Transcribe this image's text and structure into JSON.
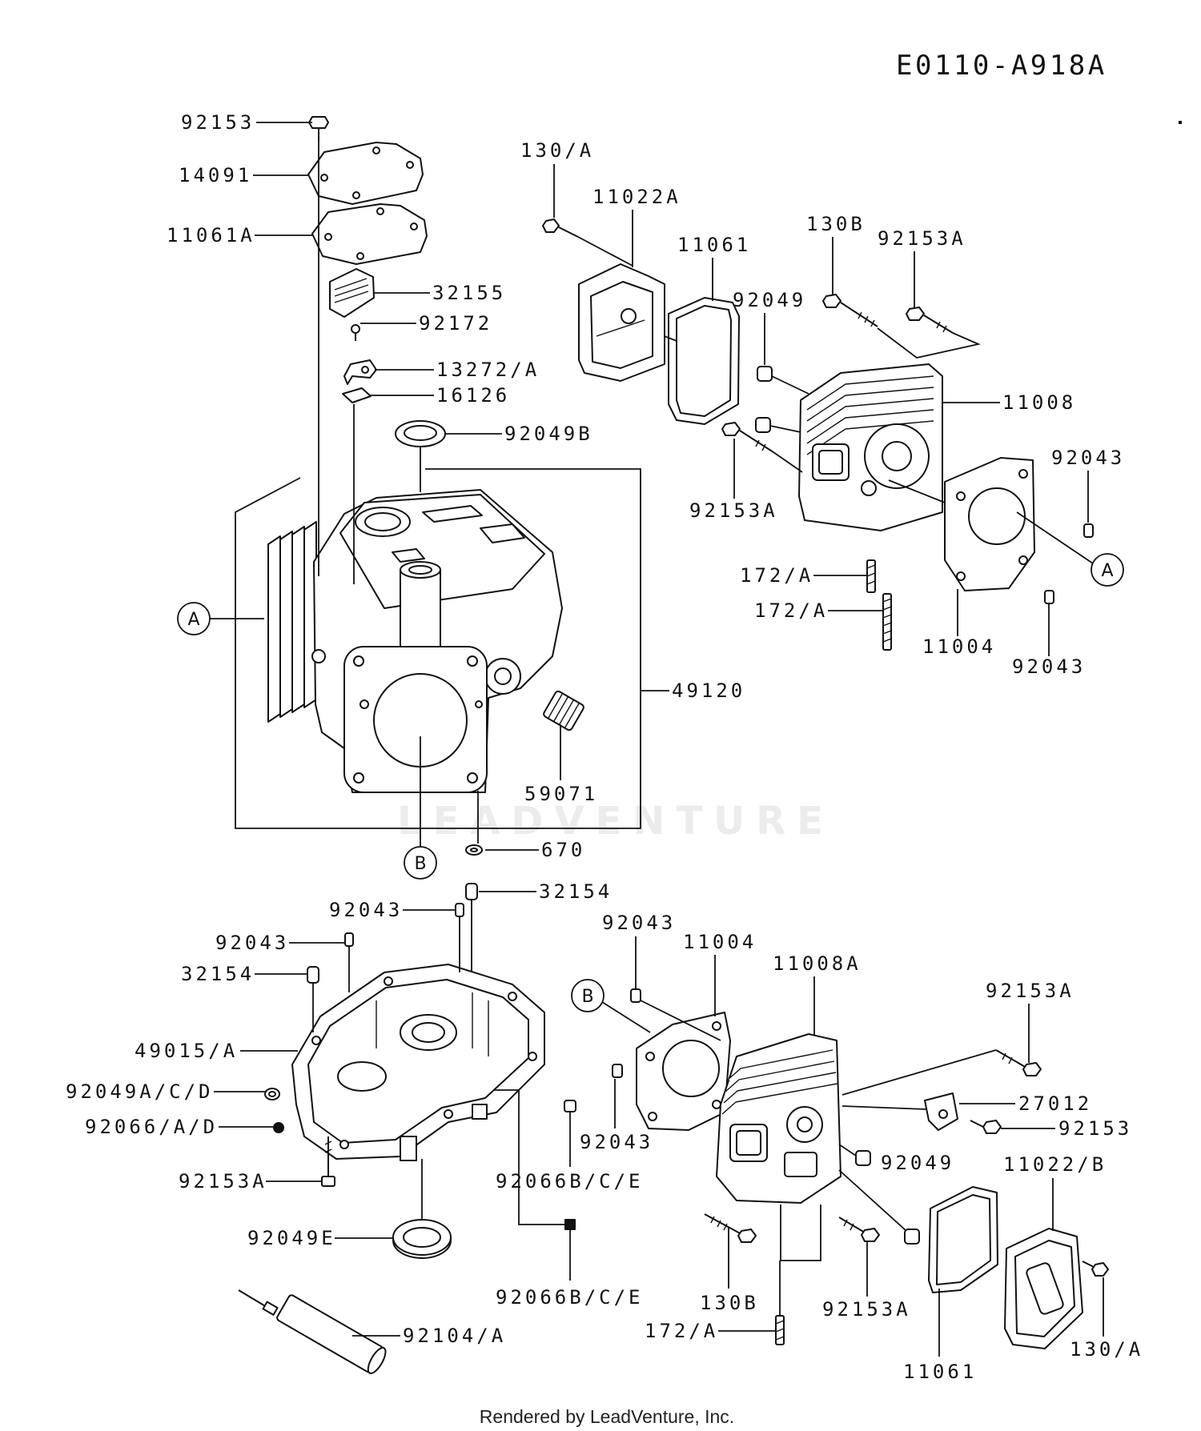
{
  "diagram_code": "E0110-A918A",
  "footer": "Rendered by LeadVenture, Inc.",
  "watermark": "LEADVENTURE",
  "reference_marks": {
    "a": "A",
    "b": "B"
  },
  "colors": {
    "ink": "#111111",
    "background": "#ffffff",
    "watermark": "#ececec"
  },
  "callouts": {
    "upper_left": [
      "92153",
      "14091",
      "11061A",
      "32155",
      "92172",
      "13272/A",
      "16126",
      "92049B",
      "49120",
      "59071",
      "670"
    ],
    "upper_right": [
      "130/A",
      "11022A",
      "11061",
      "130B",
      "92153A",
      "92049",
      "11008",
      "92043",
      "92153A",
      "172/A",
      "172/A",
      "11004",
      "92043"
    ],
    "lower_left": [
      "32154",
      "92043",
      "92043",
      "32154",
      "49015/A",
      "92049A/C/D",
      "92066/A/D",
      "92153A",
      "92049E",
      "92066B/C/E",
      "92066B/C/E",
      "92104/A"
    ],
    "lower_right": [
      "92043",
      "11004",
      "11008A",
      "92153A",
      "27012",
      "92153",
      "92043",
      "92049",
      "11022/B",
      "130B",
      "92153A",
      "172/A",
      "130/A",
      "11061"
    ]
  }
}
